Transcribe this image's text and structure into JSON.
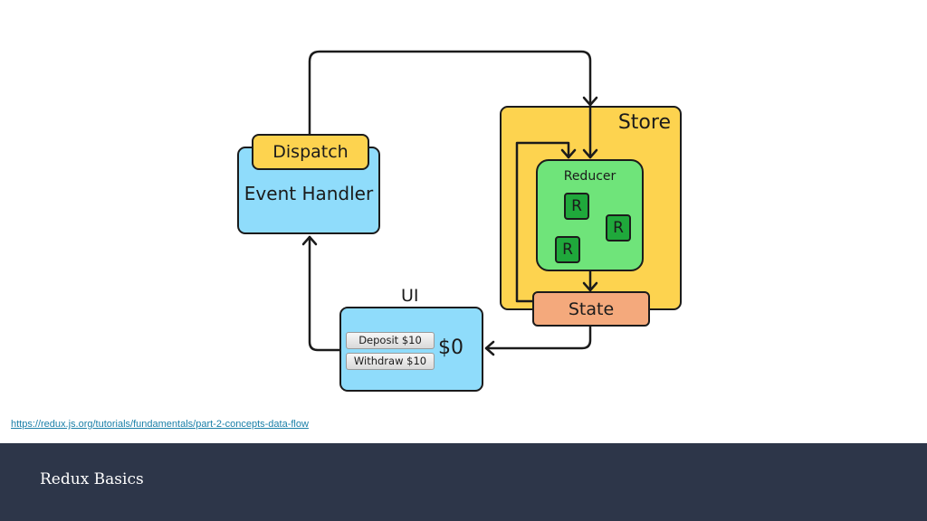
{
  "diagram": {
    "store": {
      "label": "Store"
    },
    "event_handler": {
      "label": "Event Handler"
    },
    "dispatch": {
      "label": "Dispatch"
    },
    "reducer": {
      "label": "Reducer",
      "items": [
        "R",
        "R",
        "R"
      ]
    },
    "state": {
      "label": "State"
    },
    "ui": {
      "label": "UI",
      "deposit_button": "Deposit $10",
      "withdraw_button": "Withdraw $10",
      "balance": "$0"
    },
    "colors": {
      "store": "#fdd34f",
      "dispatch": "#fdd34f",
      "event_handler": "#8fdcfb",
      "ui": "#8fdcfb",
      "reducer": "#6fe47a",
      "reducer_item": "#1fa83b",
      "state": "#f4a97c",
      "outline": "#1b1b1b"
    }
  },
  "source_link": "https://redux.js.org/tutorials/fundamentals/part-2-concepts-data-flow",
  "footer": {
    "title": "Redux Basics",
    "background": "#2d3649"
  }
}
